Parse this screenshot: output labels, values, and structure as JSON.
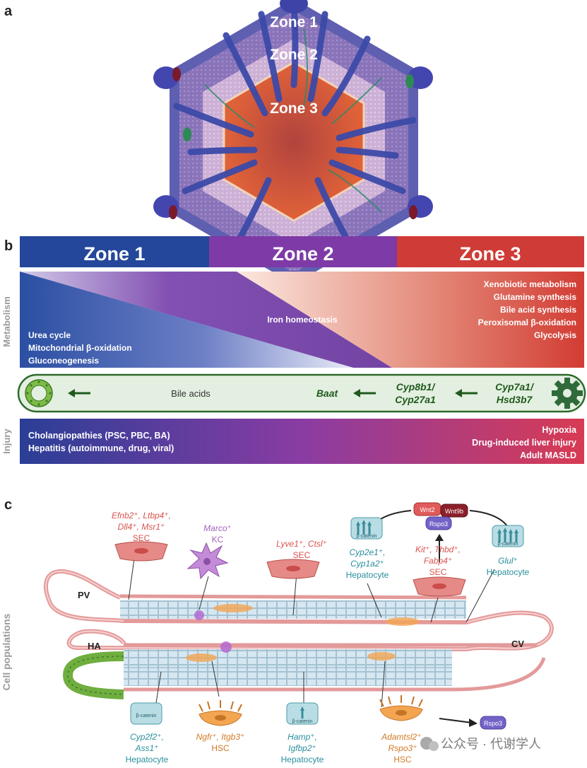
{
  "panels": {
    "a": "a",
    "b": "b",
    "c": "c"
  },
  "panel_a": {
    "zone1": "Zone 1",
    "zone2": "Zone 2",
    "zone3": "Zone 3"
  },
  "panel_b": {
    "zone1": "Zone 1",
    "zone2": "Zone 2",
    "zone3": "Zone 3",
    "metabolism_label": "Metabolism",
    "injury_label": "Injury",
    "left_metabolism": [
      "Urea cycle",
      "Mitochondrial β-oxidation",
      "Gluconeogenesis"
    ],
    "mid_metabolism": "Iron homeostasis",
    "right_metabolism": [
      "Xenobiotic metabolism",
      "Glutamine synthesis",
      "Bile acid synthesis",
      "Peroxisomal β-oxidation",
      "Glycolysis"
    ],
    "bile_acids": "Bile acids",
    "baat": "Baat",
    "cyp8b1": [
      "Cyp8b1/",
      "Cyp27a1"
    ],
    "cyp7a1": [
      "Cyp7a1/",
      "Hsd3b7"
    ],
    "injury_left": [
      "Cholangiopathies (PSC, PBC, BA)",
      "Hepatitis (autoimmune, drug, viral)"
    ],
    "injury_right": [
      "Hypoxia",
      "Drug-induced liver injury",
      "Adult MASLD"
    ],
    "colors": {
      "zone1": "#24479b",
      "zone2": "#7e3aa6",
      "zone3": "#cf3b36"
    }
  },
  "panel_c": {
    "side_label": "Cell populations",
    "pv": "PV",
    "ha": "HA",
    "cv": "CV",
    "sec1_genes": [
      "Efnb2⁺, Ltbp4⁺,",
      "Dll4⁺, Msr1⁺"
    ],
    "sec1_type": "SEC",
    "kc_genes": "Marco⁺",
    "kc_type": "KC",
    "sec2_genes": "Lyve1⁺, Ctsl⁺",
    "sec2_type": "SEC",
    "hep1_genes": [
      "Cyp2e1⁺,",
      "Cyp1a2⁺"
    ],
    "hep1_type": "Hepatocyte",
    "sec3_genes": [
      "Kit⁺, Thbd⁺,",
      "Fabp4⁺"
    ],
    "sec3_type": "SEC",
    "hep2_genes": "Glul⁺",
    "hep2_type": "Hepatocyte",
    "wnt2": "Wnt2",
    "wnt9b": "Wnt9b",
    "rspo3": "Rspo3",
    "catenin": "β-catenin",
    "hep3_genes": [
      "Cyp2f2⁺,",
      "Ass1⁺"
    ],
    "hep3_type": "Hepatocyte",
    "hsc1_genes": "Ngfr⁺, Itgb3⁺",
    "hsc1_type": "HSC",
    "hep4_genes": [
      "Hamp⁺,",
      "Igfbp2⁺"
    ],
    "hep4_type": "Hepatocyte",
    "hsc2_genes": [
      "Adamtsl2⁺,",
      "Rspo3⁺"
    ],
    "hsc2_type": "HSC",
    "rspo3_out": "Rspo3",
    "watermark": "公众号 · 代谢学人"
  }
}
